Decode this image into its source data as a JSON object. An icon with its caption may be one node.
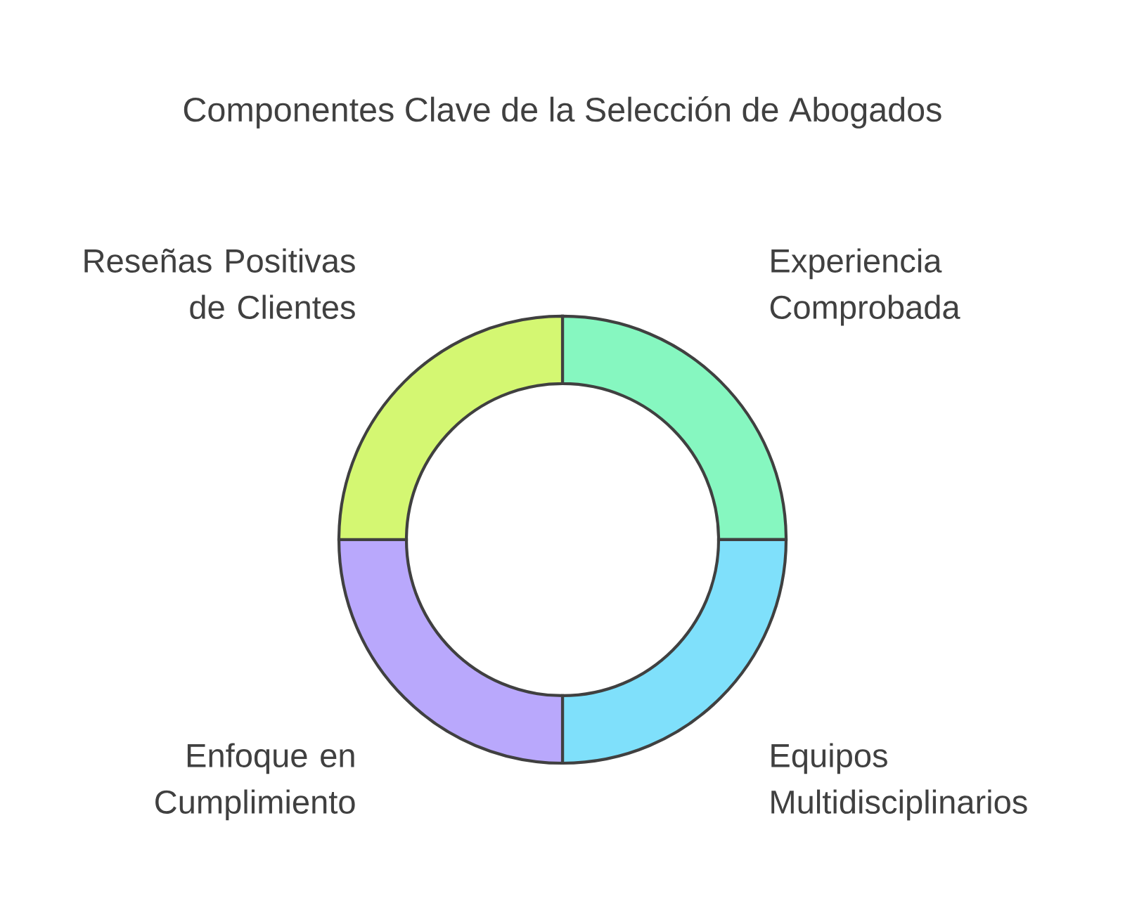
{
  "diagram": {
    "title": "Componentes Clave de la Selección de Abogados",
    "nodes": [
      {
        "text": [],
        "shape": "segment",
        "beside": [
          "Experiencia Comprobada"
        ]
      },
      {
        "text": [],
        "shape": "segment",
        "beside": [
          "Equipos Multidisciplinarios"
        ]
      },
      {
        "text": [],
        "shape": "segment",
        "beside": [
          "Enfoque en Cumplimiento"
        ]
      },
      {
        "text": [],
        "shape": "segment",
        "beside": [
          "Reseñas Positivas de Clientes"
        ]
      }
    ]
  }
}
